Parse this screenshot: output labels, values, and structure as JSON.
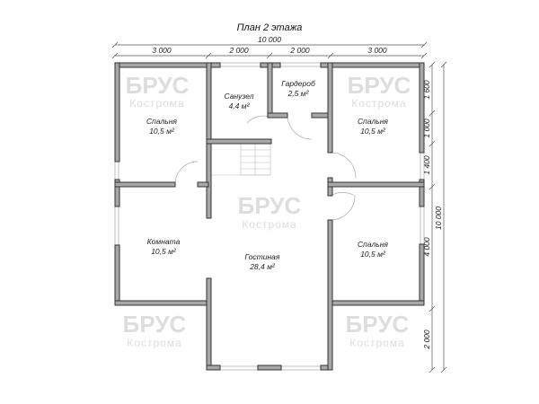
{
  "title": "План 2 этажа",
  "watermark": {
    "line1": "БРУС",
    "line2": "Кострома"
  },
  "dimensions": {
    "top_total": "10 000",
    "top_segments": [
      "3 000",
      "2 000",
      "2 000",
      "3 000"
    ],
    "right_total": "10 000",
    "right_segments": [
      "1 600",
      "1 000",
      "1 400",
      "4 000",
      "2 000"
    ]
  },
  "rooms": [
    {
      "name": "Спальня",
      "area": "10,5 м²"
    },
    {
      "name": "Санузел",
      "area": "4,4 м²"
    },
    {
      "name": "Гардероб",
      "area": "2,5 м²"
    },
    {
      "name": "Спальня",
      "area": "10,5 м²"
    },
    {
      "name": "Комната",
      "area": "10,5 м²"
    },
    {
      "name": "Гостиная",
      "area": "28,4 м²"
    },
    {
      "name": "Спальня",
      "area": "10,5 м²"
    }
  ]
}
